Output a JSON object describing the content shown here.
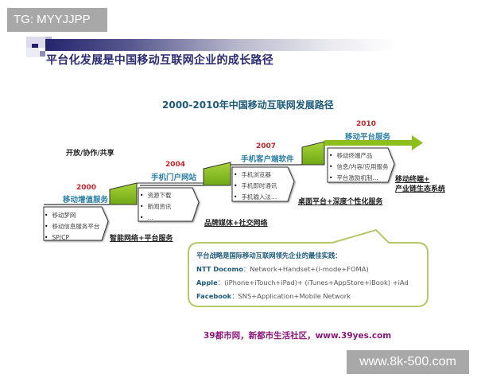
{
  "watermarks": {
    "top_left": "TG: MYYJJPP",
    "bottom_right": "www.8k-500.com"
  },
  "header": {
    "title": "平台化发展是中国移动互联网企业的成长路径",
    "bar_color": "#24246e"
  },
  "diagram": {
    "title": "2000-2010年中国移动互联网发展路径",
    "theme_label": "开放/协作/共享",
    "accent_green": "#8cbf1e",
    "year_color": "#c0262c",
    "stage_color": "#2d7fa4",
    "stages": [
      {
        "year": "2000",
        "name": "移动增值服务",
        "items": [
          "移动梦网",
          "移动信息服务平台",
          "SP/CP"
        ],
        "caption": "智能网络+平台服务"
      },
      {
        "year": "2004",
        "name": "手机门户网站",
        "items": [
          "资源下载",
          "新闻资讯",
          "…"
        ],
        "caption": "品牌媒体+社交网络"
      },
      {
        "year": "2007",
        "name": "手机客户端软件",
        "items": [
          "手机浏览器",
          "手机即时通讯",
          "手机输入法…"
        ],
        "caption": "桌面平台+深度个性化服务"
      },
      {
        "year": "2010",
        "name": "移动平台服务",
        "items": [
          "移动终端产品",
          "信息/内容/应用服务",
          "平台激励机制…"
        ],
        "caption_line1": "移动终端+",
        "caption_line2": "产业链生态系统"
      }
    ],
    "callout": {
      "heading": "平台战略是国际移动互联网领先企业的最佳实践：",
      "rows": [
        {
          "company": "NTT Docomo",
          "sep": "：",
          "detail": "Network+Handset+(i-mode+FOMA)"
        },
        {
          "company": "Apple",
          "sep": "：",
          "detail": "(iPhone+iTouch+iPad)+ (iTunes+AppStore+iBook) +iAd"
        },
        {
          "company": "Facebook",
          "sep": "：",
          "detail": "SNS+Application+Mobile Network"
        }
      ]
    }
  },
  "footer": {
    "text": "39都市网，新都市生活社区，www.39yes.com"
  }
}
